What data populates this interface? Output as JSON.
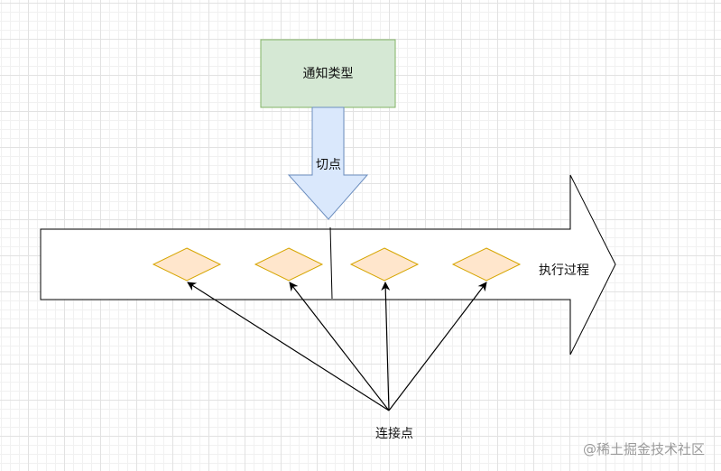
{
  "diagram": {
    "advice_type_label": "通知类型",
    "pointcut_label": "切点",
    "execution_label": "执行过程",
    "joinpoint_label": "连接点",
    "watermark": "@稀土掘金技术社区",
    "colors": {
      "advice_box_fill": "#d5e8d4",
      "advice_box_stroke": "#82b366",
      "pointcut_arrow_fill": "#dae8fc",
      "pointcut_arrow_stroke": "#6c8ebf",
      "joinpoint_fill": "#ffe6cc",
      "joinpoint_stroke": "#d6a500",
      "line": "#000000"
    }
  }
}
